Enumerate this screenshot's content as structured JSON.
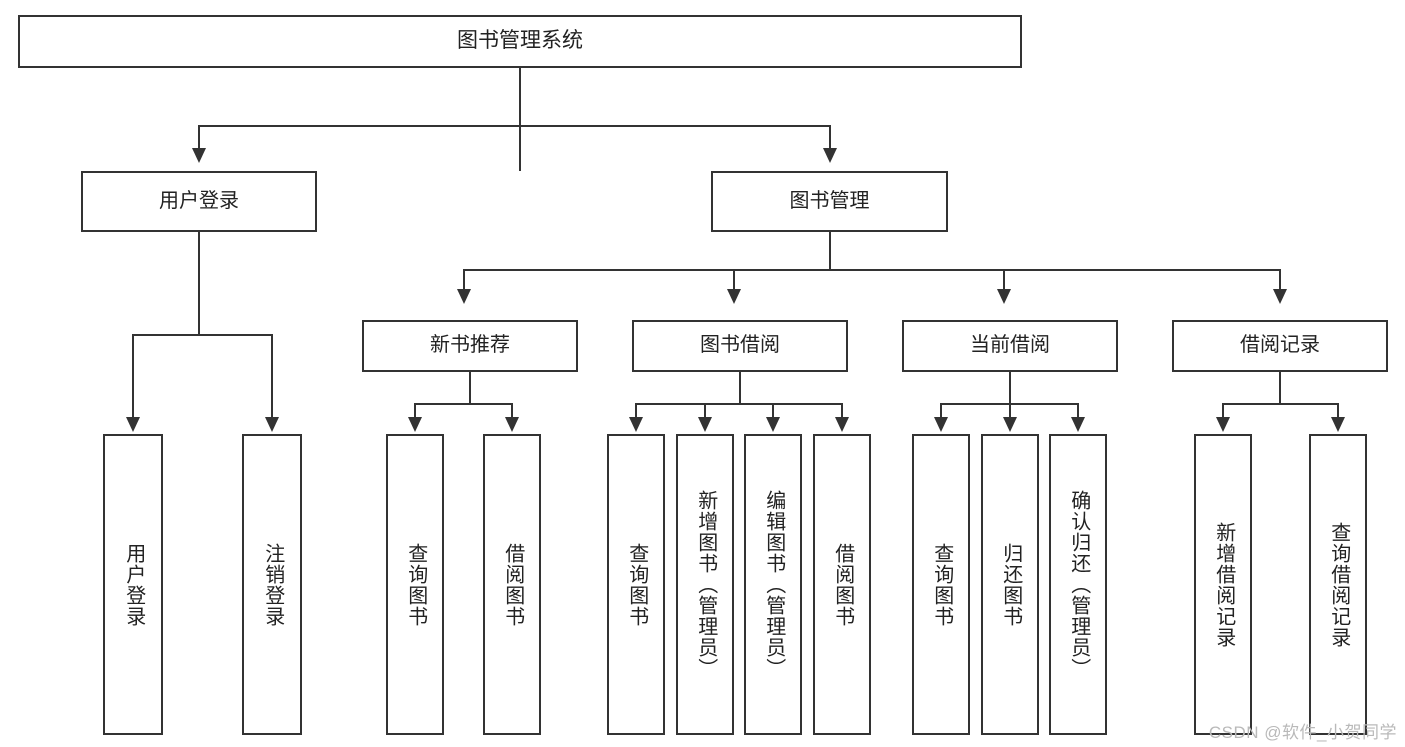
{
  "diagram": {
    "type": "tree",
    "title": "图书管理系统",
    "watermark": "CSDN @软件_小贺同学",
    "colors": {
      "box_border": "#333333",
      "box_fill": "#ffffff",
      "connector": "#333333",
      "text": "#222222",
      "watermark": "#b9b9b9",
      "background": "#ffffff"
    },
    "root": {
      "label": "图书管理系统"
    },
    "level2": [
      {
        "label": "用户登录"
      },
      {
        "label": "图书管理"
      }
    ],
    "level3": [
      {
        "label": "新书推荐"
      },
      {
        "label": "图书借阅"
      },
      {
        "label": "当前借阅"
      },
      {
        "label": "借阅记录"
      }
    ],
    "leaves": {
      "user_login": [
        {
          "label": "用户登录"
        },
        {
          "label": "注销登录"
        }
      ],
      "new_book": [
        {
          "label": "查询图书"
        },
        {
          "label": "借阅图书"
        }
      ],
      "book_borrow": [
        {
          "label": "查询图书"
        },
        {
          "label": "新增图书（管理员）"
        },
        {
          "label": "编辑图书（管理员）"
        },
        {
          "label": "借阅图书"
        }
      ],
      "current_borrow": [
        {
          "label": "查询图书"
        },
        {
          "label": "归还图书"
        },
        {
          "label": "确认归还（管理员）"
        }
      ],
      "borrow_record": [
        {
          "label": "新增借阅记录"
        },
        {
          "label": "查询借阅记录"
        }
      ]
    }
  }
}
